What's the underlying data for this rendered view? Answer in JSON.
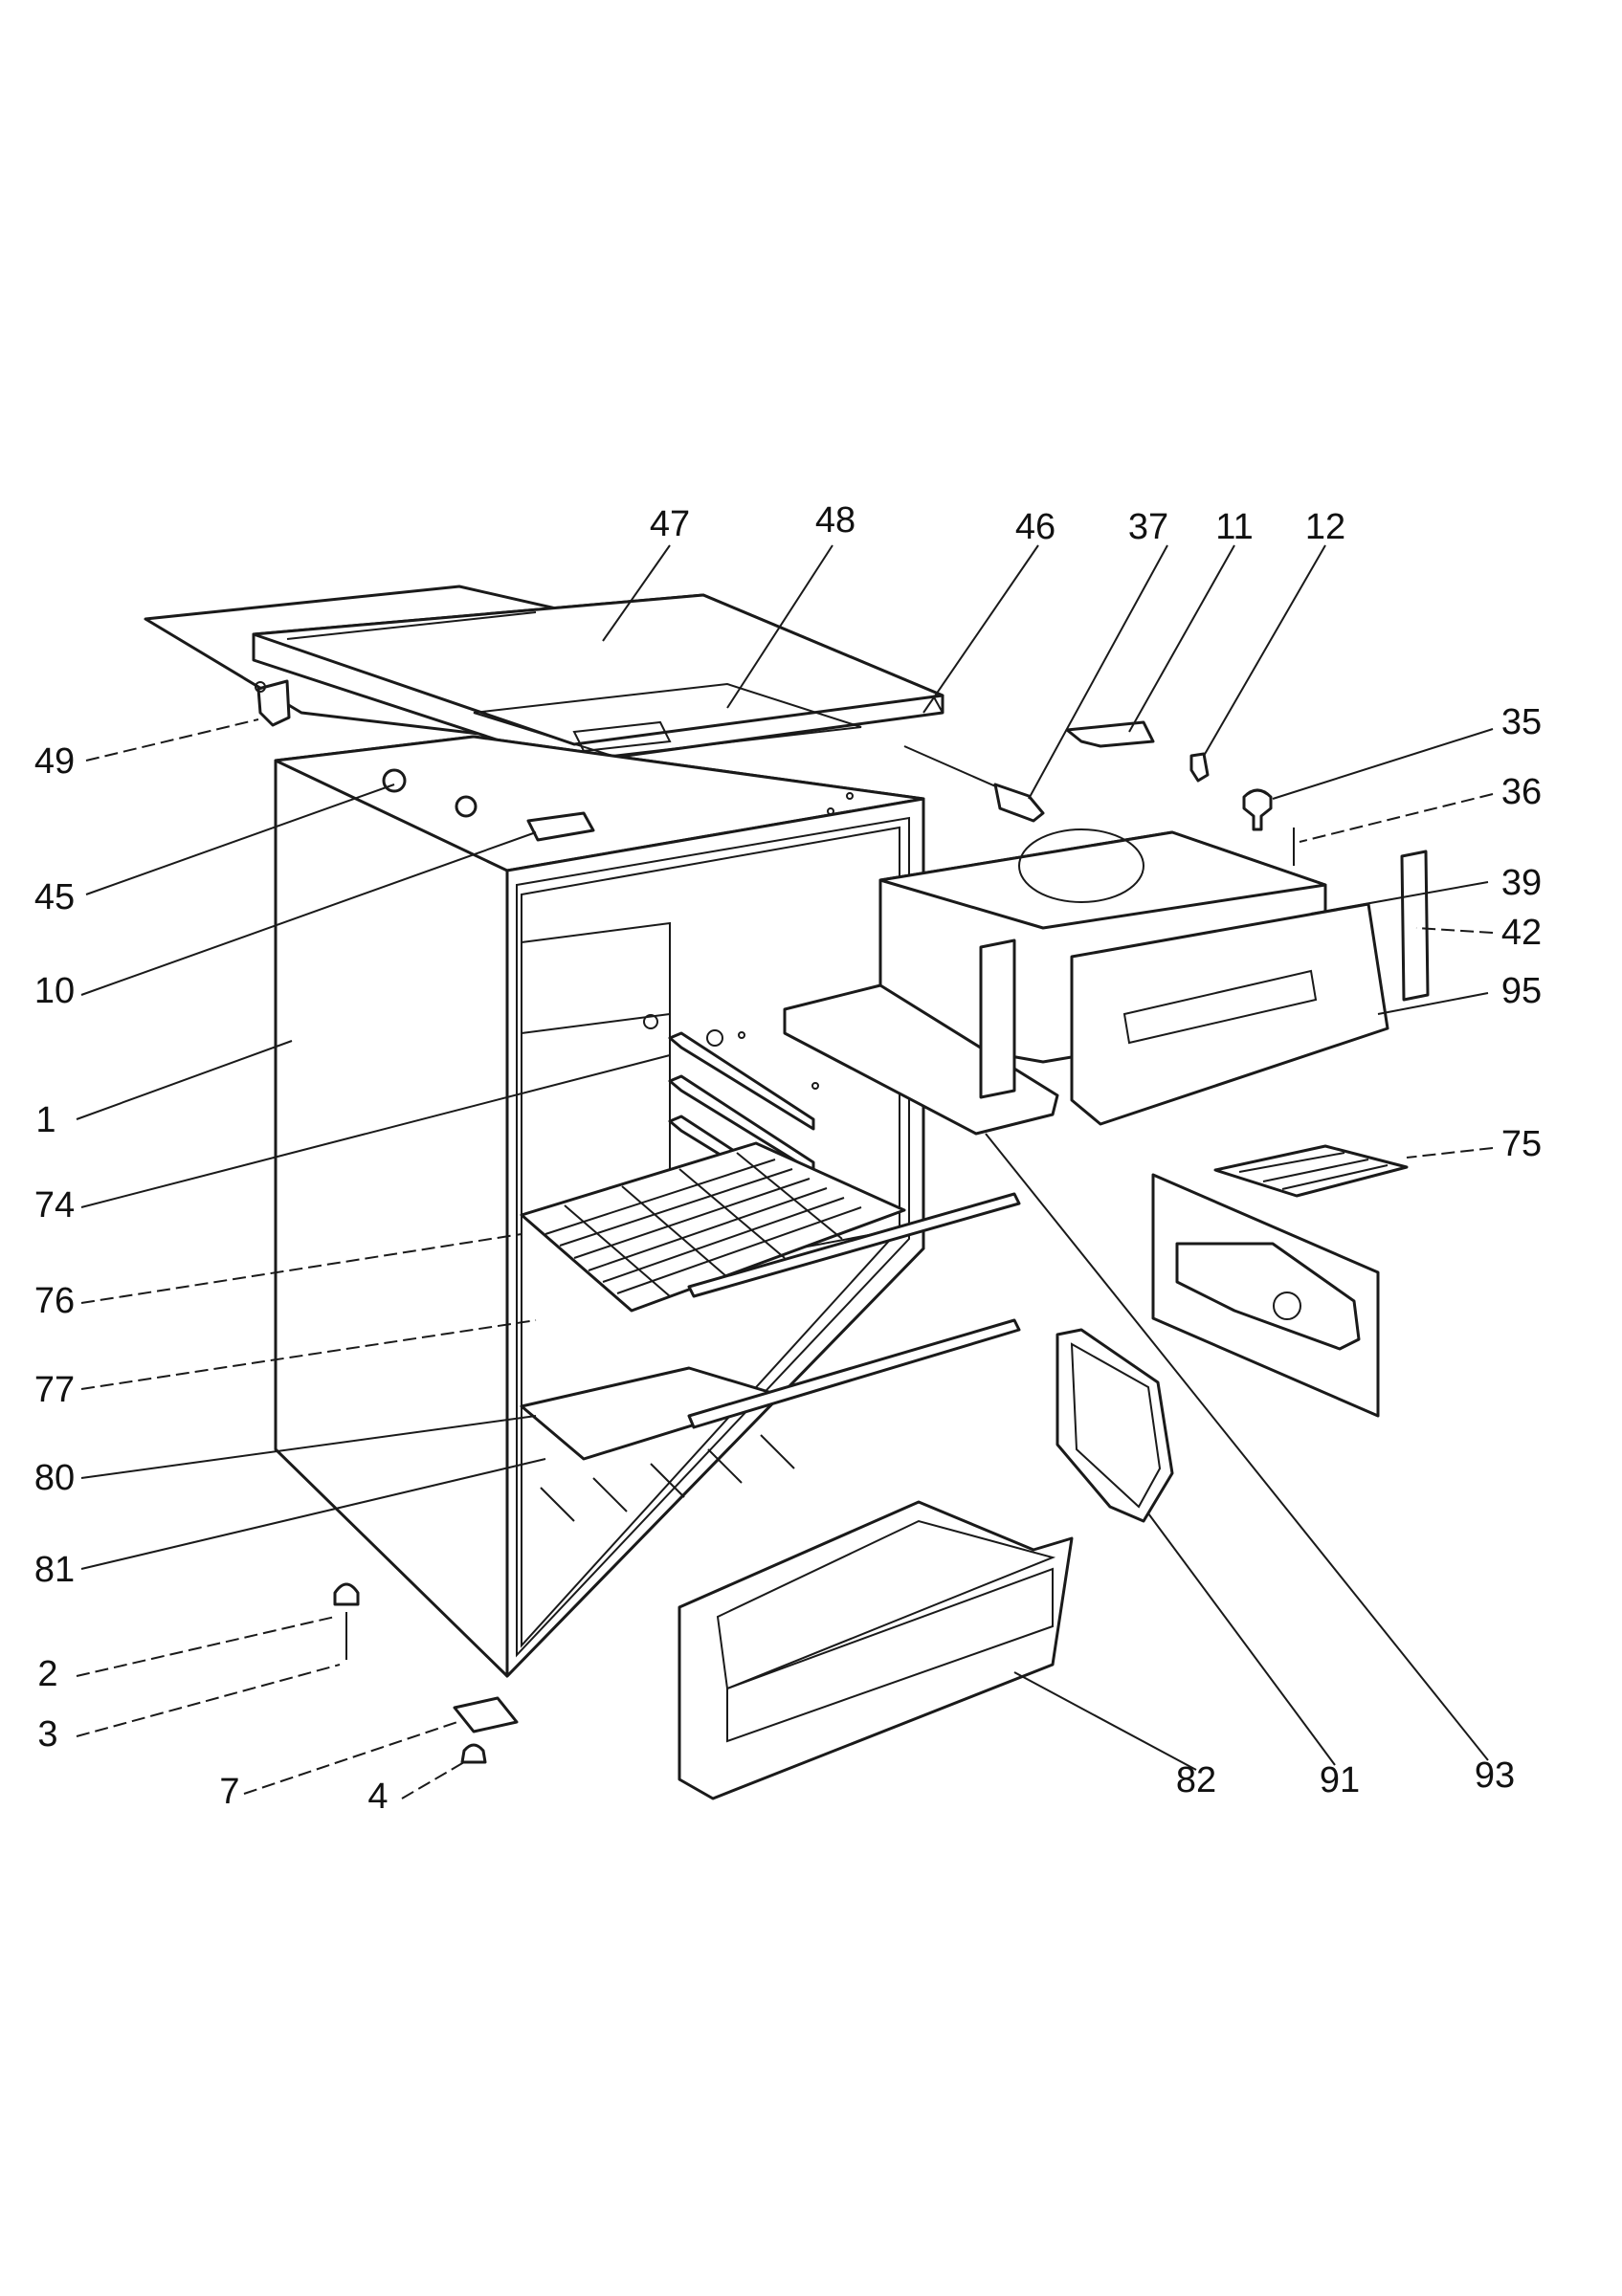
{
  "callouts": [
    {
      "id": "47",
      "text": "47"
    },
    {
      "id": "48",
      "text": "48"
    },
    {
      "id": "46",
      "text": "46"
    },
    {
      "id": "37",
      "text": "37"
    },
    {
      "id": "11",
      "text": "11"
    },
    {
      "id": "12",
      "text": "12"
    },
    {
      "id": "35",
      "text": "35"
    },
    {
      "id": "36",
      "text": "36"
    },
    {
      "id": "39",
      "text": "39"
    },
    {
      "id": "42",
      "text": "42"
    },
    {
      "id": "95",
      "text": "95"
    },
    {
      "id": "75",
      "text": "75"
    },
    {
      "id": "49",
      "text": "49"
    },
    {
      "id": "45",
      "text": "45"
    },
    {
      "id": "10",
      "text": "10"
    },
    {
      "id": "1",
      "text": "1"
    },
    {
      "id": "74",
      "text": "74"
    },
    {
      "id": "76",
      "text": "76"
    },
    {
      "id": "77",
      "text": "77"
    },
    {
      "id": "80",
      "text": "80"
    },
    {
      "id": "81",
      "text": "81"
    },
    {
      "id": "2",
      "text": "2"
    },
    {
      "id": "3",
      "text": "3"
    },
    {
      "id": "7",
      "text": "7"
    },
    {
      "id": "4",
      "text": "4"
    },
    {
      "id": "82",
      "text": "82"
    },
    {
      "id": "91",
      "text": "91"
    },
    {
      "id": "93",
      "text": "93"
    }
  ],
  "colors": {
    "ink": "#1a1a1a",
    "paper": "#ffffff"
  }
}
